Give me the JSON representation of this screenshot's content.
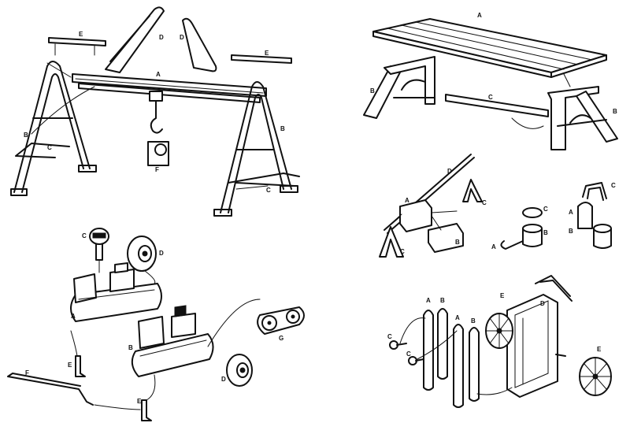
{
  "labels": {
    "gantry": {
      "a": "A",
      "b_left": "B",
      "b_right": "B",
      "c_left": "C",
      "c_right": "C",
      "d_left": "D",
      "d_right": "D",
      "e_left": "E",
      "e_right": "E",
      "f": "F"
    },
    "bench": {
      "a": "A",
      "b_left": "B",
      "b_right": "B",
      "c": "C"
    },
    "compressor": {
      "a": "A",
      "b": "B",
      "c": "C",
      "d_top": "D",
      "d_bottom": "D",
      "e_top": "E",
      "e_bottom": "E",
      "f": "F",
      "g": "G"
    },
    "holders": {
      "a_left": "A",
      "b_left": "B",
      "c_left": "C",
      "c_right": "C",
      "d": "D",
      "a_mid": "A",
      "b_mid": "B",
      "c_mid": "C",
      "a_right": "A",
      "b_right": "B",
      "c_far": "C"
    },
    "cart": {
      "a_left": "A",
      "b_left": "B",
      "a_right": "A",
      "b_right": "B",
      "c_top": "C",
      "c_bottom": "C",
      "d": "D",
      "e_top": "E",
      "e_right": "E"
    }
  }
}
